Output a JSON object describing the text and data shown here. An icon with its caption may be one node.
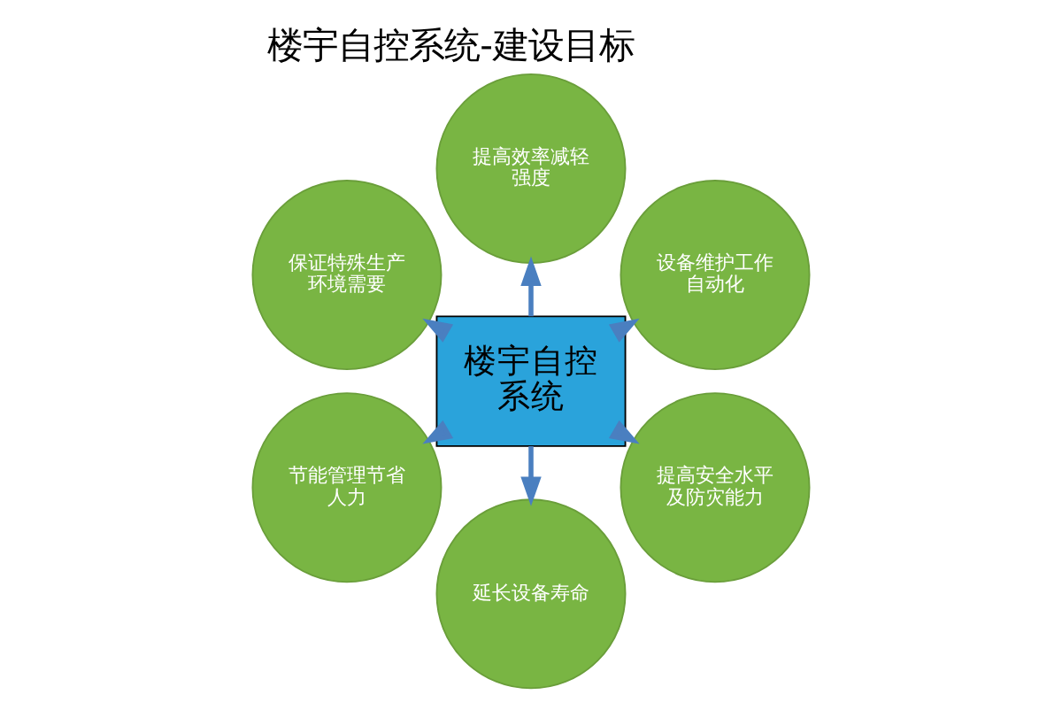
{
  "diagram": {
    "title": "楼宇自控系统-建设目标",
    "nodes": [
      {
        "text": [
          "楼宇自控系统"
        ]
      },
      {
        "text": [
          "设备维护工作自动化"
        ]
      },
      {
        "text": [
          "提高效率减轻强度"
        ]
      },
      {
        "text": [
          "保证特殊生产环境需要"
        ]
      },
      {
        "text": [
          "节能管理节省人力"
        ]
      },
      {
        "text": [
          "延长设备寿命"
        ]
      },
      {
        "text": [
          "提高安全水平及防灾能力"
        ]
      }
    ],
    "edges": [
      {
        "from": 0,
        "to": 1,
        "arrow": "to"
      },
      {
        "from": 0,
        "to": 2,
        "arrow": "to"
      },
      {
        "from": 0,
        "to": 3,
        "arrow": "to"
      },
      {
        "from": 0,
        "to": 4,
        "arrow": "to"
      },
      {
        "from": 0,
        "to": 5,
        "arrow": "to"
      },
      {
        "from": 0,
        "to": 6,
        "arrow": "to"
      }
    ]
  }
}
